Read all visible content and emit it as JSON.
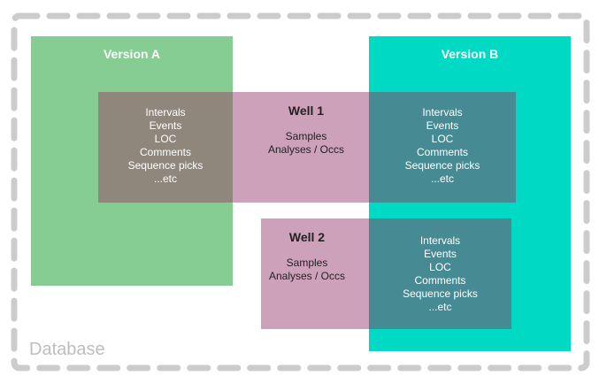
{
  "colors": {
    "version_a": "#86cd94",
    "version_b": "#00d9c4",
    "well": "#cea1bb",
    "overlap_a": "#8f877c",
    "overlap_b": "#468a94",
    "border": "#cccccc"
  },
  "database": {
    "label": "Database"
  },
  "version_a": {
    "title": "Version A"
  },
  "version_b": {
    "title": "Version B"
  },
  "well1": {
    "title": "Well 1",
    "items": [
      "Samples",
      "Analyses / Occs"
    ],
    "version_a_items": [
      "Intervals",
      "Events",
      "LOC",
      "Comments",
      "Sequence picks",
      "...etc"
    ],
    "version_b_items": [
      "Intervals",
      "Events",
      "LOC",
      "Comments",
      "Sequence picks",
      "...etc"
    ]
  },
  "well2": {
    "title": "Well 2",
    "items": [
      "Samples",
      "Analyses / Occs"
    ],
    "version_b_items": [
      "Intervals",
      "Events",
      "LOC",
      "Comments",
      "Sequence picks",
      "...etc"
    ]
  }
}
